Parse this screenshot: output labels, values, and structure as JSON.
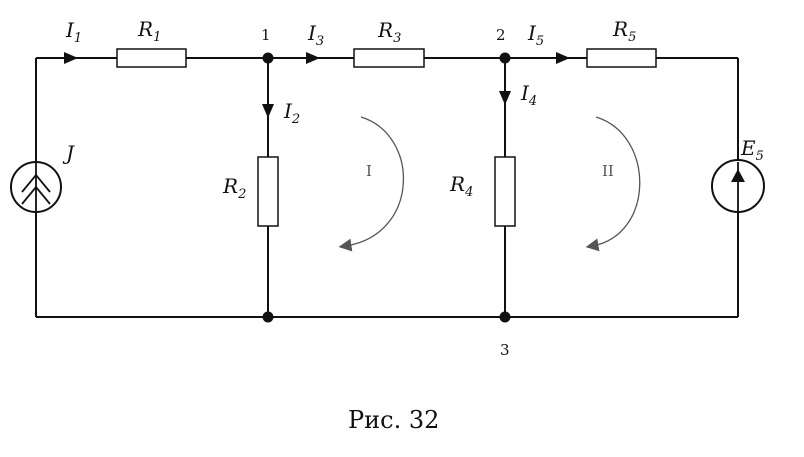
{
  "currents": {
    "I1": {
      "letter": "I",
      "sub": "1"
    },
    "I2": {
      "letter": "I",
      "sub": "2"
    },
    "I3": {
      "letter": "I",
      "sub": "3"
    },
    "I4": {
      "letter": "I",
      "sub": "4"
    },
    "I5": {
      "letter": "I",
      "sub": "5"
    }
  },
  "resistors": {
    "R1": {
      "letter": "R",
      "sub": "1"
    },
    "R2": {
      "letter": "R",
      "sub": "2"
    },
    "R3": {
      "letter": "R",
      "sub": "3"
    },
    "R4": {
      "letter": "R",
      "sub": "4"
    },
    "R5": {
      "letter": "R",
      "sub": "5"
    }
  },
  "sources": {
    "J": {
      "letter": "J"
    },
    "E5": {
      "letter": "E",
      "sub": "5"
    }
  },
  "nodes": {
    "n1": "1",
    "n2": "2",
    "n3": "3"
  },
  "loops": {
    "loop1": "I",
    "loop2": "II"
  },
  "caption": "Рис. 32",
  "colors": {
    "wire": "#111111",
    "background": "#ffffff",
    "loop": "#555555"
  }
}
